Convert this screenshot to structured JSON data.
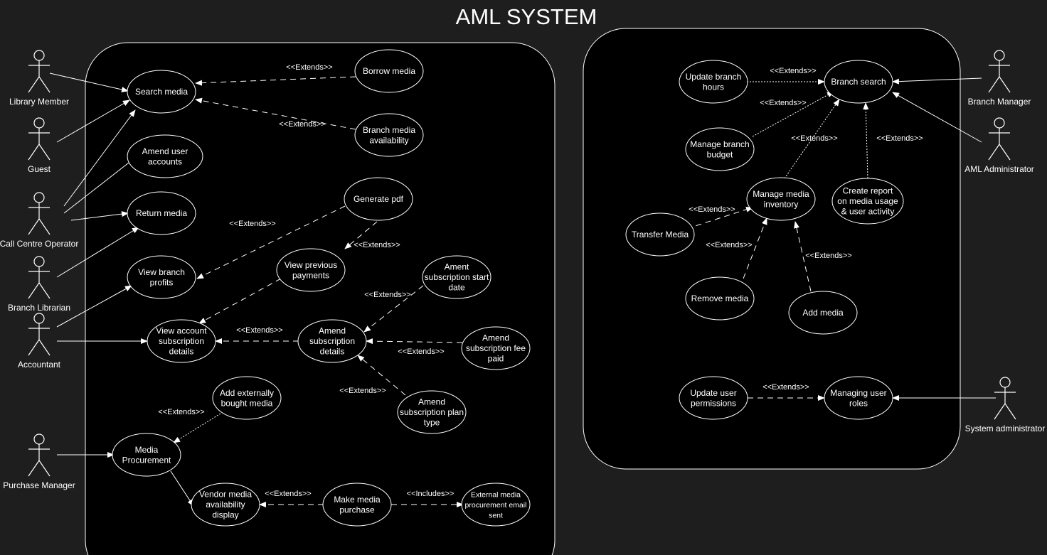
{
  "title": "AML SYSTEM",
  "colors": {
    "background": "#1e1e1e",
    "boundary_fill": "#000000",
    "line": "#ffffff"
  },
  "actors": {
    "library_member": "Library Member",
    "guest": "Guest",
    "call_centre_operator": "Call Centre Operator",
    "branch_librarian": "Branch Librarian",
    "accountant": "Accountant",
    "purchase_manager": "Purchase Manager",
    "branch_manager": "Branch Manager",
    "aml_administrator": "AML Administrator",
    "system_administrator": "System administrator"
  },
  "use_cases": {
    "search_media": [
      "Search media"
    ],
    "borrow_media": [
      "Borrow media"
    ],
    "branch_media_availability": [
      "Branch media",
      "availability"
    ],
    "amend_user_accounts": [
      "Amend user",
      "accounts"
    ],
    "return_media": [
      "Return media"
    ],
    "generate_pdf": [
      "Generate pdf"
    ],
    "view_branch_profits": [
      "View branch",
      "profits"
    ],
    "view_previous_payments": [
      "View previous",
      "payments"
    ],
    "ament_subscription_start_date": [
      "Ament",
      "subscription start",
      "date"
    ],
    "view_account_subscription_details": [
      "View account",
      "subscription",
      "details"
    ],
    "amend_subscription_details": [
      "Amend",
      "subscription",
      "details"
    ],
    "amend_subscription_fee_paid": [
      "Amend",
      "subscription fee",
      "paid"
    ],
    "amend_subscription_plan_type": [
      "Amend",
      "subscription plan",
      "type"
    ],
    "add_externally_bought_media": [
      "Add externally",
      "bought media"
    ],
    "media_procurement": [
      "Media",
      "Procurement"
    ],
    "vendor_media_availability_display": [
      "Vendor media",
      "availability",
      "display"
    ],
    "make_media_purchase": [
      "Make media",
      "purchase"
    ],
    "external_media_procurement_email_sent": [
      "External media",
      "procurement email",
      "sent"
    ],
    "update_branch_hours": [
      "Update branch",
      "hours"
    ],
    "branch_search": [
      "Branch search"
    ],
    "manage_branch_budget": [
      "Manage branch",
      "budget"
    ],
    "manage_media_inventory": [
      "Manage media",
      "inventory"
    ],
    "create_report": [
      "Create report",
      "on media usage",
      "& user activity"
    ],
    "transfer_media": [
      "Transfer Media"
    ],
    "remove_media": [
      "Remove media"
    ],
    "add_media": [
      "Add media"
    ],
    "update_user_permissions": [
      "Update user",
      "permissions"
    ],
    "managing_user_roles": [
      "Managing user",
      "roles"
    ]
  },
  "relation_labels": {
    "extends": "<<Extends>>",
    "includes": "<<Includes>>"
  }
}
